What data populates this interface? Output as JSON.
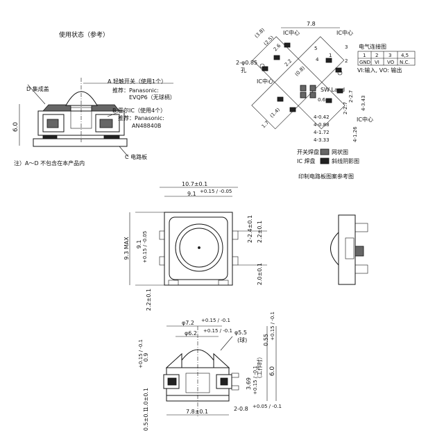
{
  "usage": {
    "title": "使用状态（参考）",
    "cap_label": "D 集成盖",
    "switch_label": "A 轻触开关（使用1个）",
    "switch_rec": "推荐：Panasonic:",
    "switch_part": "EVQP6（无球柄）",
    "hall_label": "B 霍尔IC（使用4个）",
    "hall_rec": "推荐：Panasonic:",
    "hall_part": "AN48840B",
    "board_label": "C 电路板",
    "height": "6.0",
    "note": "注）A～D 不包含在本产品内"
  },
  "pcb": {
    "dim_top": "7.8",
    "ic_center_1": "IC中心",
    "ic_center_2": "IC中心",
    "ic_center_3": "IC中心",
    "ic_center_4": "IC中心",
    "hole": "2-φ0.85",
    "hole_sub": "孔",
    "sw_land": "SW Land",
    "d38": "(3.8)",
    "d25": "(2.5)",
    "d26": "2.6",
    "d08": "(0.8)",
    "d22": "2.2",
    "d14": "(1.4)",
    "d17": "1.7",
    "d27": "2-2.7",
    "d06": "0.6",
    "dim_343": "4-3.43",
    "dim_042": "4-0.42",
    "dim_088": "4-0.88",
    "dim_172": "4-1.72",
    "dim_333": "4-3.33",
    "dim_126": "4-1.26",
    "dim_2_27": "2-2.7",
    "pins": [
      "5",
      "4",
      "1",
      "3",
      "2"
    ],
    "legend_switch": "开关焊盘",
    "legend_switch_sym": "网状图",
    "legend_ic": "IC 焊盘",
    "legend_ic_sym": "斜线阴影图",
    "caption": "印制电路板图案参考图"
  },
  "conn": {
    "title": "电气连接图",
    "headers": [
      "1",
      "2",
      "3",
      "4,5"
    ],
    "cells": [
      "GND",
      "VI",
      "VO",
      "N.C."
    ],
    "note": "VI:输入, VO: 输出"
  },
  "top": {
    "w107": "10.7±0.1",
    "w91": "9.1",
    "w91_tol": "+0.15 / -0.05",
    "h93": "9.3 MAX",
    "h91": "9.1",
    "h91_tol": "+0.15 / -0.05",
    "p24": "2-2.4±0.1",
    "p22": "2.2±0.1",
    "p20": "2.0±0.1",
    "p22b": "2.2±0.1"
  },
  "front": {
    "d72": "φ7.2",
    "d72_tol": "+0.15 / -0.1",
    "d62": "φ6.2",
    "d62_tol": "+0.15 / -0.1",
    "ball_d": "φ5.5",
    "ball": "(球)",
    "h055": "0.55",
    "h055_tol": "+0.15 / -0.1",
    "h09": "0.9",
    "h09_tol": "+0.15 / -0.1",
    "h10": "1.0±0.1",
    "h05": "0.5±0.1",
    "w78": "7.8±0.1",
    "p08": "2-0.8",
    "p08_tol": "+0.05 / -0.1",
    "h369": "3.69",
    "h369_tol": "+0.15 / -0.1",
    "work": "（工作时）",
    "h60": "6.0"
  }
}
